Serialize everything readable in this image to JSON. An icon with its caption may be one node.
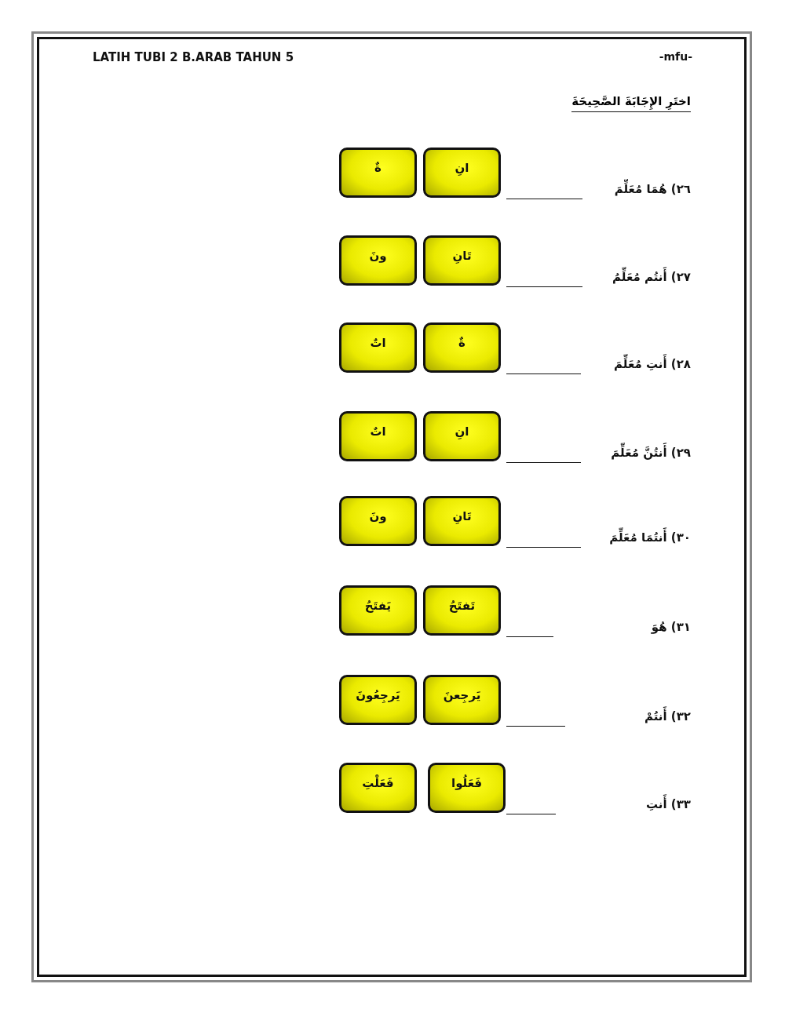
{
  "diagram": {
    "title": "LATIH TUBI 2 B.ARAB TAHUN 5",
    "nodes": [
      {
        "text": [
          "انِ"
        ]
      },
      {
        "text": [
          "ةٌ"
        ]
      },
      {
        "text": [
          "تَانِ"
        ]
      },
      {
        "text": [
          "ونَ"
        ]
      },
      {
        "text": [
          "ةٌ"
        ]
      },
      {
        "text": [
          "اتٌ"
        ]
      },
      {
        "text": [
          "انِ"
        ]
      },
      {
        "text": [
          "اتٌ"
        ]
      },
      {
        "text": [
          "تَانِ"
        ]
      },
      {
        "text": [
          "ونَ"
        ]
      },
      {
        "text": [
          "تَفتَحُ"
        ]
      },
      {
        "text": [
          "يَفتَحُ"
        ]
      },
      {
        "text": [
          "يَرجِعنَ"
        ]
      },
      {
        "text": [
          "يَرجِعُونَ"
        ]
      },
      {
        "text": [
          "فَعَلُوا"
        ]
      },
      {
        "text": [
          "فَعَلْتِ"
        ]
      }
    ],
    "labels": [
      "-mfu-",
      "اختَرِ الإِجَابَةَ الصَّحِيحَةَ",
      "٢٦) هُمَا مُعَلِّمَ",
      "٢٧) أَنتُم مُعَلِّمُ",
      "٢٨) أَنتِ مُعَلِّمَ",
      "٢٩) أَنتُنَّ مُعَلِّمَ",
      "٣٠) أَنتُمَا مُعَلِّمَ",
      "٣١) هُوَ",
      "٣٢) أَنتُمْ",
      "٣٣) أَنتِ"
    ]
  }
}
